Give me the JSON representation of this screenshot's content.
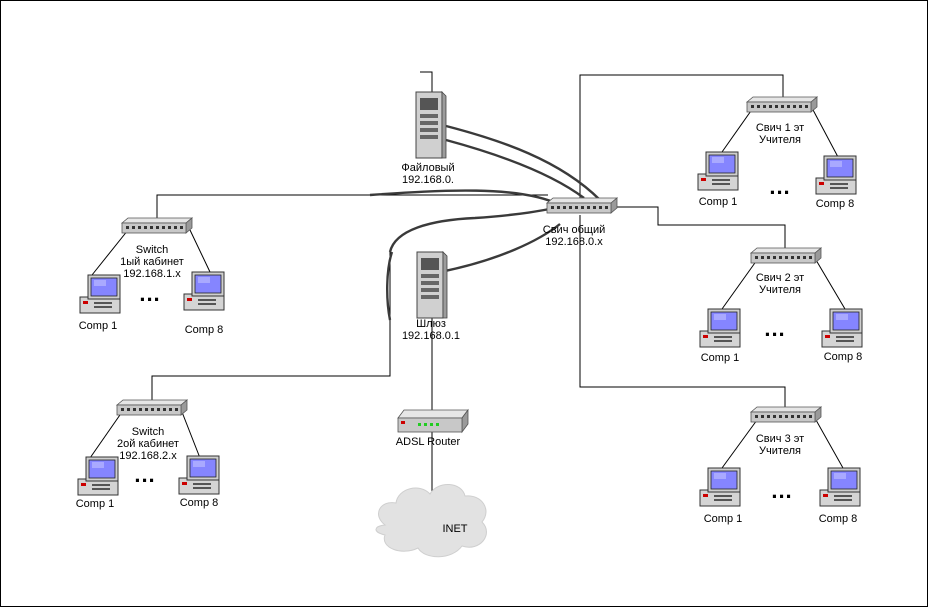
{
  "server_file": {
    "line1": "Файловый",
    "line2": "192.168.0."
  },
  "server_gateway": {
    "line1": "Шлюз",
    "line2": "192.168.0.1"
  },
  "core_switch": {
    "line1": "Свич общий",
    "line2": "192.168.0.x"
  },
  "router": {
    "label": "ADSL Router"
  },
  "internet": {
    "label": "INET"
  },
  "room1": {
    "switch_line1": "Switch",
    "switch_line2": "1ый кабинет",
    "switch_line3": "192.168.1.x",
    "pc_first": "Comp 1",
    "pc_last": "Comp 8",
    "ellipsis": "..."
  },
  "room2": {
    "switch_line1": "Switch",
    "switch_line2": "2ой кабинет",
    "switch_line3": "192.168.2.x",
    "pc_first": "Comp 1",
    "pc_last": "Comp 8",
    "ellipsis": "..."
  },
  "floor1": {
    "switch_line1": "Свич 1 эт",
    "switch_line2": "Учителя",
    "pc_first": "Comp 1",
    "pc_last": "Comp 8",
    "ellipsis": "..."
  },
  "floor2": {
    "switch_line1": "Свич 2 эт",
    "switch_line2": "Учителя",
    "pc_first": "Comp 1",
    "pc_last": "Comp 8",
    "ellipsis": "..."
  },
  "floor3": {
    "switch_line1": "Свич 3 эт",
    "switch_line2": "Учителя",
    "pc_first": "Comp 1",
    "pc_last": "Comp 8",
    "ellipsis": "..."
  },
  "colors": {
    "line": "#000000",
    "cable": "#3a3a3a",
    "device": "#c8c8c8",
    "screen": "#8080ff",
    "cloud": "#e2e2e2"
  }
}
